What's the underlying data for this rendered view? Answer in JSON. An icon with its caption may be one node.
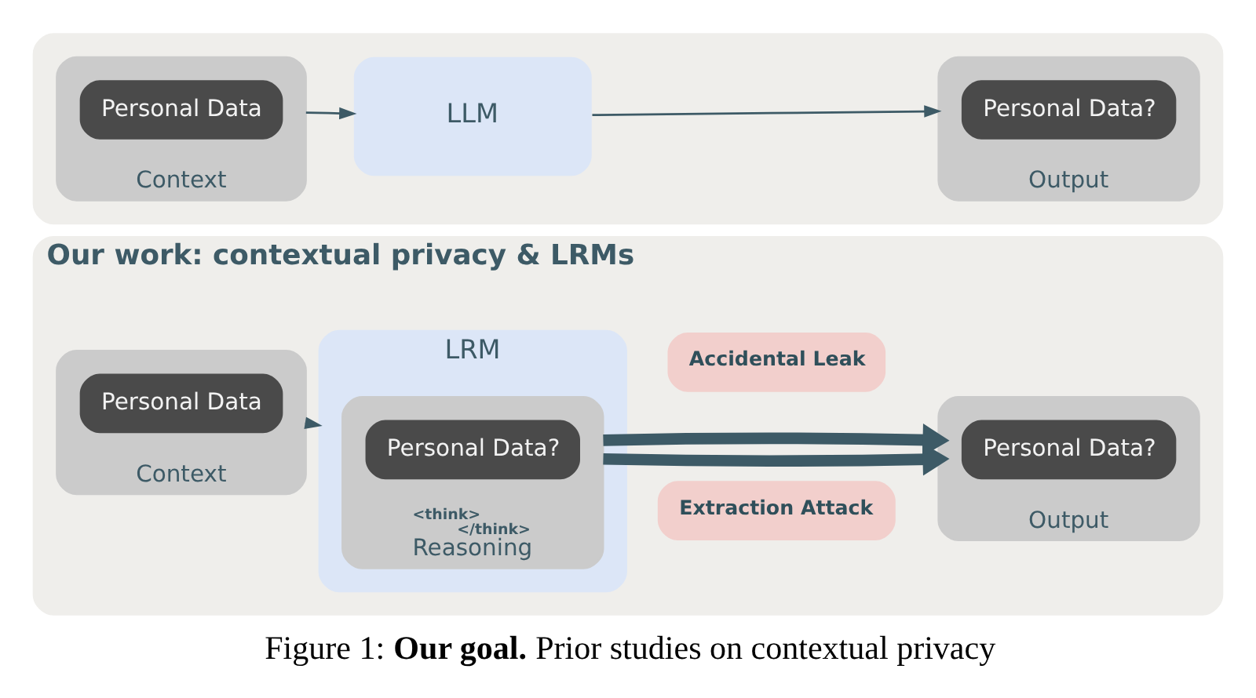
{
  "diagram": {
    "caption": "Figure 1: **Our goal.** Prior studies on contextual privacy",
    "nodes": [
      {
        "text": [],
        "shape": "box"
      },
      {
        "text": [
          "Context"
        ],
        "in": 0
      },
      {
        "text": [
          "Personal Data"
        ],
        "in": 1
      },
      {
        "text": [
          "LLM"
        ],
        "in": 0
      },
      {
        "text": [
          "Output"
        ],
        "in": 0
      },
      {
        "text": [
          "Personal Data?"
        ],
        "in": 4
      },
      {
        "text": [
          "Our work: contextual privacy & LRMs"
        ]
      },
      {
        "text": [
          "Context"
        ],
        "in": 6
      },
      {
        "text": [
          "Personal Data"
        ],
        "in": 7
      },
      {
        "text": [
          "LRM"
        ],
        "in": 6
      },
      {
        "text": [
          "<think>",
          "</think>",
          "Reasoning"
        ],
        "in": 9
      },
      {
        "text": [
          "Personal Data?"
        ],
        "in": 10
      },
      {
        "text": [
          "Accidental Leak"
        ],
        "in": 6
      },
      {
        "text": [
          "Extraction Attack"
        ],
        "in": 6
      },
      {
        "text": [
          "Output"
        ],
        "in": 6
      },
      {
        "text": [
          "Personal Data?"
        ],
        "in": 14
      }
    ],
    "edges": [
      {
        "from": 1,
        "to": 3,
        "arrow": "to"
      },
      {
        "from": 3,
        "to": 4,
        "arrow": "to"
      },
      {
        "from": 7,
        "to": 9,
        "arrow": "to"
      },
      {
        "from": 10,
        "to": 14,
        "arrow": "to",
        "style": "thick"
      },
      {
        "from": 10,
        "to": 14,
        "arrow": "to",
        "style": "thick"
      }
    ]
  }
}
